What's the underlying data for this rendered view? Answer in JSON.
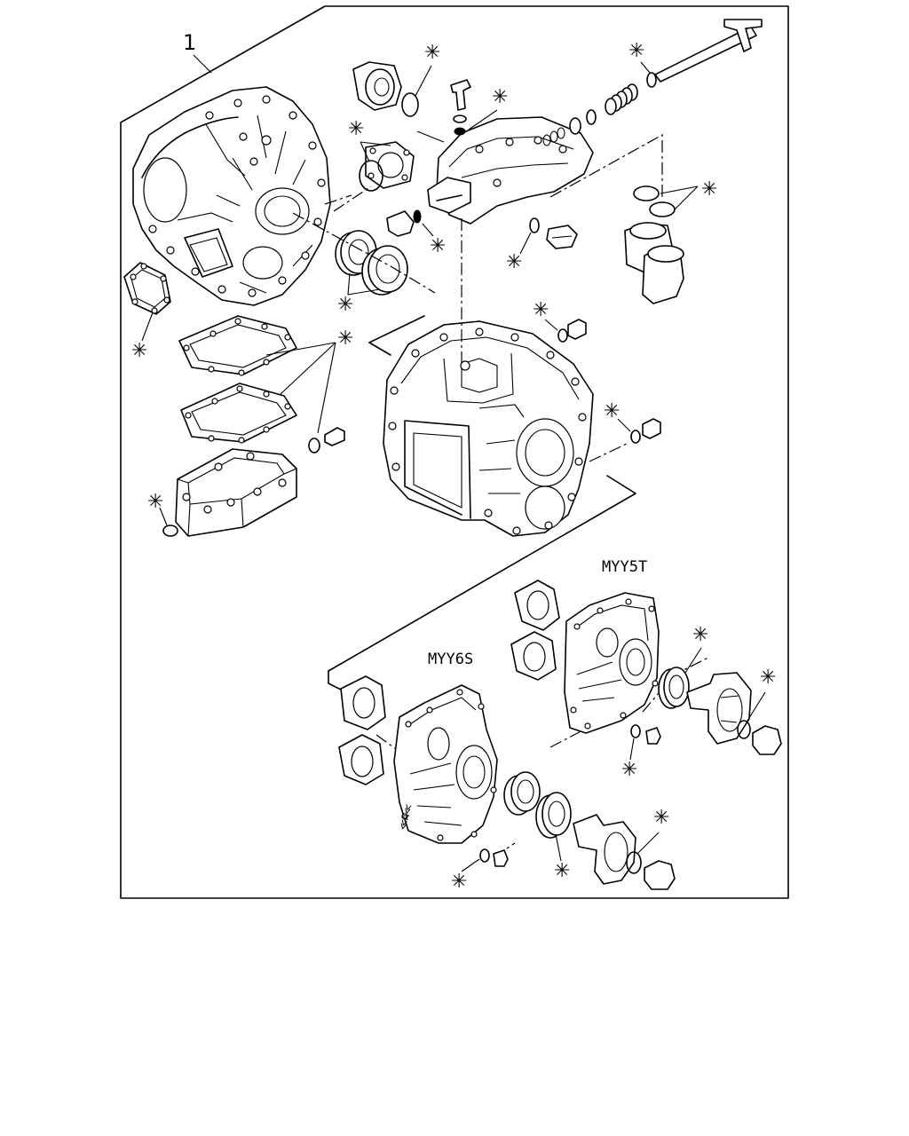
{
  "diagram": {
    "part_number_label": "1",
    "variant_labels": {
      "myy5t": "MYY5T",
      "myy6s": "MYY6S"
    },
    "seal_kit_marker": "✳",
    "side_marking": "≪A≪"
  }
}
